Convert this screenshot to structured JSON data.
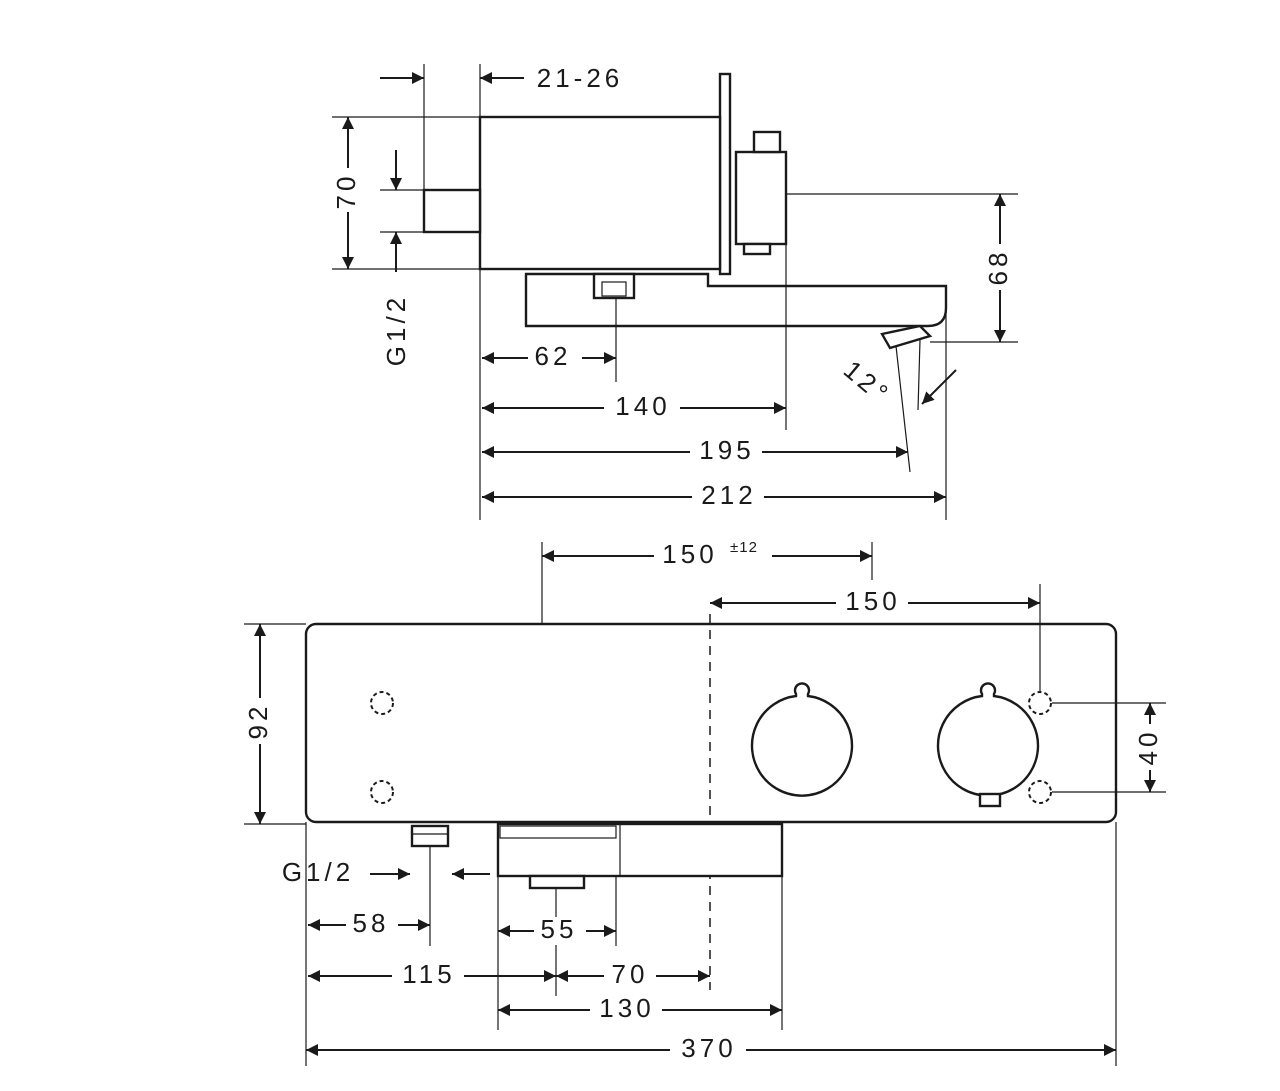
{
  "side_view": {
    "dims": {
      "wall_gap": "21-26",
      "height_70": "70",
      "thread": "G1/2",
      "height_68": "68",
      "angle": "12°",
      "d62": "62",
      "d140": "140",
      "d195": "195",
      "d212": "212"
    }
  },
  "front_view": {
    "dims": {
      "d150_tol": "150",
      "tolerance": "±12",
      "d150": "150",
      "height_92": "92",
      "spacing_40": "40",
      "thread": "G1/2",
      "d58": "58",
      "d55": "55",
      "d115": "115",
      "d70": "70",
      "d130": "130",
      "d370": "370"
    }
  }
}
